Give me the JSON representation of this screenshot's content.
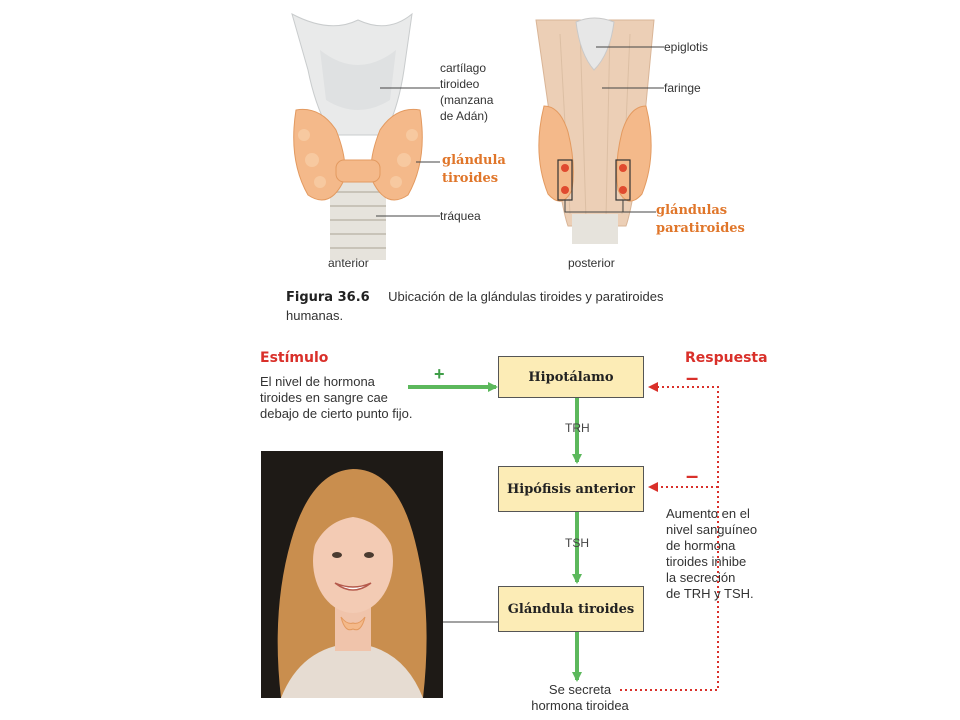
{
  "figure": {
    "anterior_labels": {
      "cartilage": [
        "cartílago",
        "tiroideo",
        "(manzana",
        "de Adán)"
      ],
      "thyroid": [
        "glándula",
        "tiroides"
      ],
      "trachea": "tráquea"
    },
    "posterior_labels": {
      "epiglottis": "epiglotis",
      "pharynx": "faringe",
      "parathyroid": [
        "glándulas",
        "paratiroides"
      ]
    },
    "view_anterior": "anterior",
    "view_posterior": "posterior",
    "caption_title": "Figura 36.6",
    "caption_text_1": "Ubicación de la glándulas tiroides y paratiroides",
    "caption_text_2": "humanas."
  },
  "feedback": {
    "stimulus_title": "Estímulo",
    "stimulus_text": [
      "El nivel de hormona",
      "tiroides en sangre cae",
      "debajo de cierto punto fijo."
    ],
    "response_title": "Respuesta",
    "plus_sign": "+",
    "minus_sign": "–",
    "boxes": {
      "hypothalamus": "Hipotálamo",
      "pituitary": "Hipófisis anterior",
      "thyroid": "Glándula tiroides"
    },
    "trh": "TRH",
    "tsh": "TSH",
    "response_text": [
      "Aumento en el",
      "nivel sanguíneo",
      "de hormona",
      "tiroides inhibe",
      "la secreción",
      "de TRH y TSH."
    ],
    "secreted": [
      "Se secreta",
      "hormona tiroidea"
    ]
  },
  "colors": {
    "box_fill": "#fcecb6",
    "green_arrow": "#5cb85c",
    "red_dotted": "#d9302a",
    "orange_label": "#e0762a",
    "gland": "#f4b98a"
  }
}
